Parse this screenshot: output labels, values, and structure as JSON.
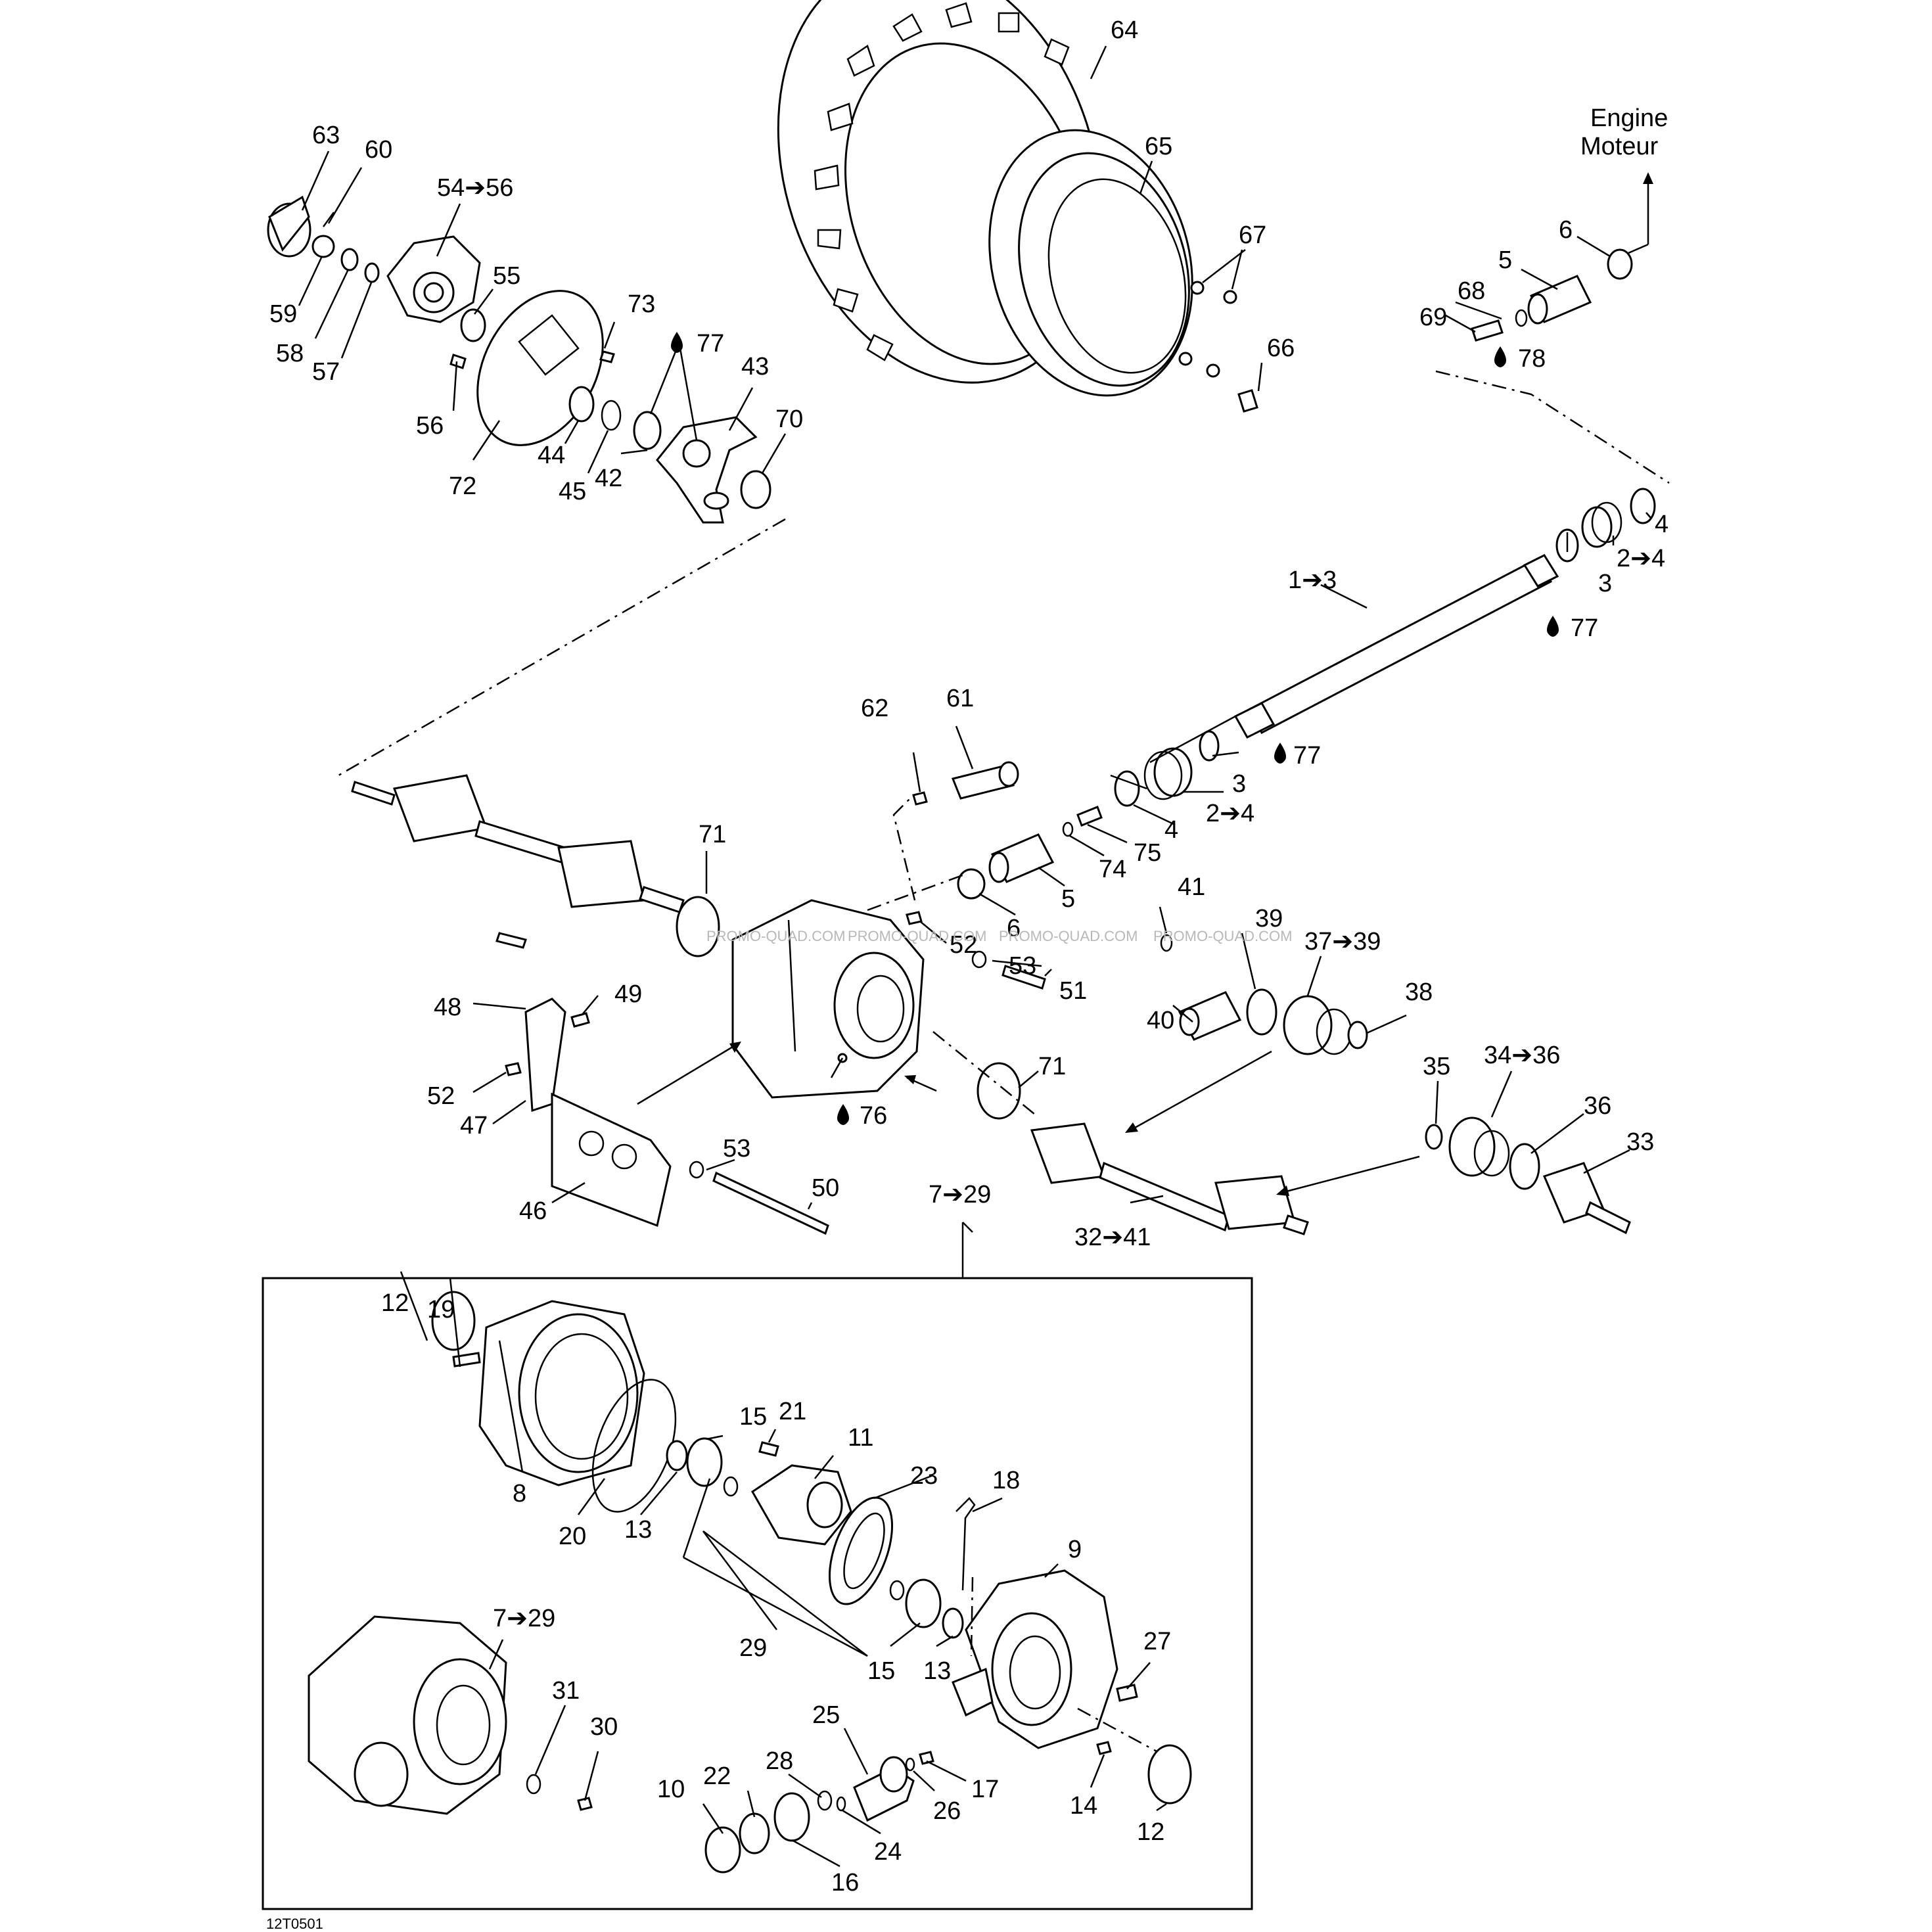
{
  "diagram_code": "12T0501",
  "watermark": "PROMO-QUAD.COM",
  "engine_label": [
    "Engine",
    "Moteur"
  ],
  "callouts": [
    {
      "id": "c64",
      "text": "64"
    },
    {
      "id": "c65",
      "text": "65"
    },
    {
      "id": "c67",
      "text": "67"
    },
    {
      "id": "c66",
      "text": "66"
    },
    {
      "id": "c63",
      "text": "63"
    },
    {
      "id": "c60",
      "text": "60"
    },
    {
      "id": "c54",
      "text": "54➔56"
    },
    {
      "id": "c59",
      "text": "59"
    },
    {
      "id": "c58",
      "text": "58"
    },
    {
      "id": "c57",
      "text": "57"
    },
    {
      "id": "c55",
      "text": "55"
    },
    {
      "id": "c73",
      "text": "73"
    },
    {
      "id": "c77a",
      "text": "77"
    },
    {
      "id": "c43",
      "text": "43"
    },
    {
      "id": "c70",
      "text": "70"
    },
    {
      "id": "c56",
      "text": "56"
    },
    {
      "id": "c44",
      "text": "44"
    },
    {
      "id": "c45",
      "text": "45"
    },
    {
      "id": "c72",
      "text": "72"
    },
    {
      "id": "c42",
      "text": "42"
    },
    {
      "id": "c6a",
      "text": "6"
    },
    {
      "id": "c5a",
      "text": "5"
    },
    {
      "id": "c68",
      "text": "68"
    },
    {
      "id": "c69",
      "text": "69"
    },
    {
      "id": "c78",
      "text": "78"
    },
    {
      "id": "c4a",
      "text": "4"
    },
    {
      "id": "c24a",
      "text": "2➔4"
    },
    {
      "id": "c3a",
      "text": "3"
    },
    {
      "id": "c77b",
      "text": "77"
    },
    {
      "id": "c13a",
      "text": "1➔3"
    },
    {
      "id": "c62",
      "text": "62"
    },
    {
      "id": "c61",
      "text": "61"
    },
    {
      "id": "c77c",
      "text": "77"
    },
    {
      "id": "c3b",
      "text": "3"
    },
    {
      "id": "c24b",
      "text": "2➔4"
    },
    {
      "id": "c4b",
      "text": "4"
    },
    {
      "id": "c75",
      "text": "75"
    },
    {
      "id": "c74",
      "text": "74"
    },
    {
      "id": "c5b",
      "text": "5"
    },
    {
      "id": "c6b",
      "text": "6"
    },
    {
      "id": "c71a",
      "text": "71"
    },
    {
      "id": "c52a",
      "text": "52"
    },
    {
      "id": "c53a",
      "text": "53"
    },
    {
      "id": "c51",
      "text": "51"
    },
    {
      "id": "c41",
      "text": "41"
    },
    {
      "id": "c39",
      "text": "39"
    },
    {
      "id": "c3739",
      "text": "37➔39"
    },
    {
      "id": "c38",
      "text": "38"
    },
    {
      "id": "c40",
      "text": "40"
    },
    {
      "id": "c48",
      "text": "48"
    },
    {
      "id": "c49",
      "text": "49"
    },
    {
      "id": "c52b",
      "text": "52"
    },
    {
      "id": "c47",
      "text": "47"
    },
    {
      "id": "c76",
      "text": "76"
    },
    {
      "id": "c71b",
      "text": "71"
    },
    {
      "id": "c35",
      "text": "35"
    },
    {
      "id": "c3436",
      "text": "34➔36"
    },
    {
      "id": "c36",
      "text": "36"
    },
    {
      "id": "c33",
      "text": "33"
    },
    {
      "id": "c53b",
      "text": "53"
    },
    {
      "id": "c50",
      "text": "50"
    },
    {
      "id": "c46",
      "text": "46"
    },
    {
      "id": "c729a",
      "text": "7➔29"
    },
    {
      "id": "c3241",
      "text": "32➔41"
    },
    {
      "id": "c12a",
      "text": "12"
    },
    {
      "id": "c19",
      "text": "19"
    },
    {
      "id": "c8",
      "text": "8"
    },
    {
      "id": "c20",
      "text": "20"
    },
    {
      "id": "c13b",
      "text": "13"
    },
    {
      "id": "c15a",
      "text": "15"
    },
    {
      "id": "c21",
      "text": "21"
    },
    {
      "id": "c11",
      "text": "11"
    },
    {
      "id": "c23",
      "text": "23"
    },
    {
      "id": "c18",
      "text": "18"
    },
    {
      "id": "c9",
      "text": "9"
    },
    {
      "id": "c29",
      "text": "29"
    },
    {
      "id": "c15b",
      "text": "15"
    },
    {
      "id": "c13c",
      "text": "13"
    },
    {
      "id": "c27",
      "text": "27"
    },
    {
      "id": "c729b",
      "text": "7➔29"
    },
    {
      "id": "c31",
      "text": "31"
    },
    {
      "id": "c30",
      "text": "30"
    },
    {
      "id": "c25",
      "text": "25"
    },
    {
      "id": "c28",
      "text": "28"
    },
    {
      "id": "c22",
      "text": "22"
    },
    {
      "id": "c10",
      "text": "10"
    },
    {
      "id": "c26",
      "text": "26"
    },
    {
      "id": "c17",
      "text": "17"
    },
    {
      "id": "c14",
      "text": "14"
    },
    {
      "id": "c12b",
      "text": "12"
    },
    {
      "id": "c24",
      "text": "24"
    },
    {
      "id": "c16",
      "text": "16"
    }
  ]
}
